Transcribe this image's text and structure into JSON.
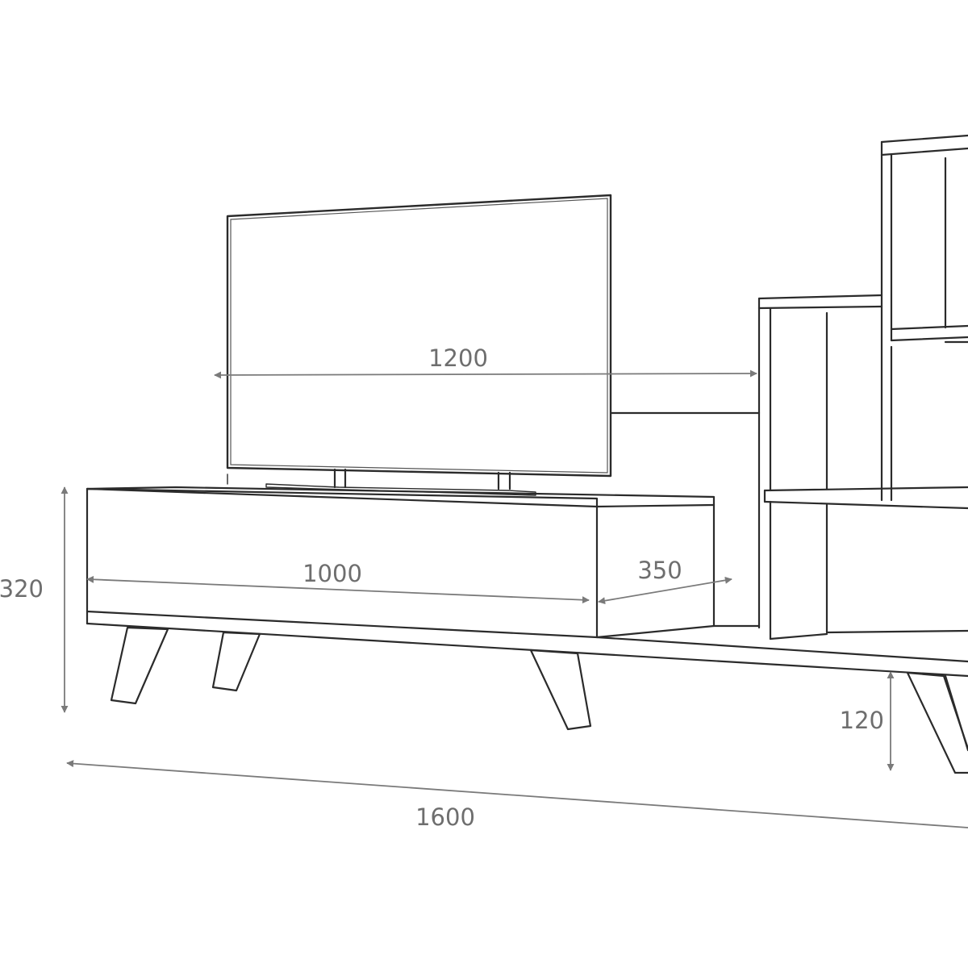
{
  "colors": {
    "line": "#2b2b2b",
    "dimension": "#7a7a7a",
    "label": "#6e6e6e",
    "background": "#ffffff"
  },
  "dimensions": {
    "tv_width": "1200",
    "cabinet_width": "1000",
    "cabinet_depth": "350",
    "total_height": "320",
    "leg_height": "120",
    "total_length": "1600"
  }
}
